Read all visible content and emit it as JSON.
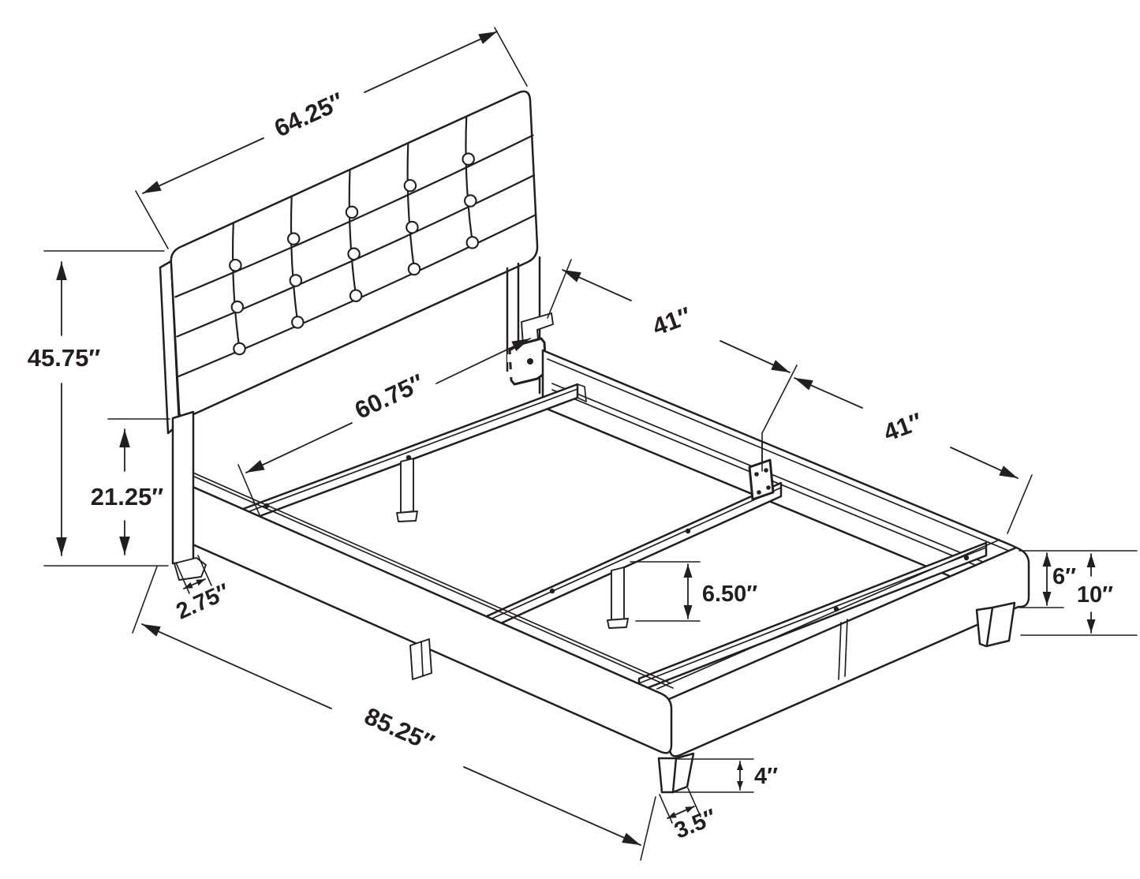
{
  "diagram": {
    "subject": "isometric-line-drawing-of-upholstered-bed-frame-with-tufted-headboard",
    "background_color": "#ffffff",
    "line_color": "#231f20",
    "labels": {
      "headboard_width": "64.25″",
      "headboard_height": "45.75″",
      "headboard_lower_height": "21.25″",
      "headboard_leg_depth": "2.75″",
      "slat_length": "60.75″",
      "rail_segment_a": "41″",
      "rail_segment_b": "41″",
      "center_leg_height": "6.50″",
      "side_rail_height": "6″",
      "total_side_height": "10″",
      "overall_length": "85.25″",
      "foot_leg_height": "4″",
      "foot_leg_width": "3.5″"
    }
  }
}
